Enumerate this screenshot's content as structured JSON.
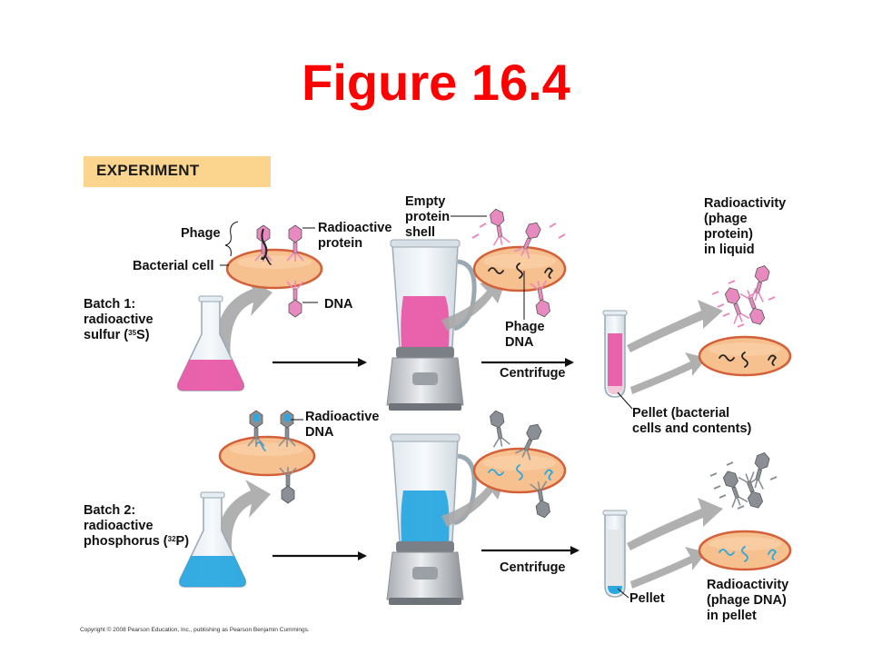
{
  "title": "Figure 16.4",
  "banner": "EXPERIMENT",
  "labels": {
    "phage": "Phage",
    "radioactive_protein_1": "Radioactive",
    "radioactive_protein_2": "protein",
    "bacterial_cell": "Bacterial cell",
    "dna": "DNA",
    "empty_1": "Empty",
    "empty_2": "protein",
    "empty_3": "shell",
    "phage_dna_1": "Phage",
    "phage_dna_2": "DNA",
    "centrifuge_top": "Centrifuge",
    "radioactivity_top_1": "Radioactivity",
    "radioactivity_top_2": "(phage",
    "radioactivity_top_3": "protein)",
    "radioactivity_top_4": "in liquid",
    "pellet_bact_1": "Pellet (bacterial",
    "pellet_bact_2": "cells and contents)",
    "radioactive_dna_1": "Radioactive",
    "radioactive_dna_2": "DNA",
    "centrifuge_bottom": "Centrifuge",
    "pellet": "Pellet",
    "radioactivity_bottom_1": "Radioactivity",
    "radioactivity_bottom_2": "(phage DNA)",
    "radioactivity_bottom_3": "in pellet"
  },
  "batch1": {
    "line1": "Batch 1:",
    "line2": "radioactive",
    "line3_pre": "sulfur (",
    "isotope_mass": "35",
    "isotope_symbol": "S)"
  },
  "batch2": {
    "line1": "Batch 2:",
    "line2": "radioactive",
    "line3_pre": "phosphorus (",
    "isotope_mass": "32",
    "isotope_symbol": "P)"
  },
  "copyright": "Copyright © 2008 Pearson Education, Inc., publishing as Pearson Benjamin Cummings.",
  "colors": {
    "title": "#ff0000",
    "banner": "#fbd58e",
    "cell_fill": "#f6c08f",
    "cell_stroke": "#d4603a",
    "sulfur_pink": "#e85aa6",
    "phage_pink": "#e88ac0",
    "phosphorus_blue": "#2aa8e0",
    "phage_gray": "#8a8f96",
    "arrow_gray": "#a7a7a7"
  }
}
